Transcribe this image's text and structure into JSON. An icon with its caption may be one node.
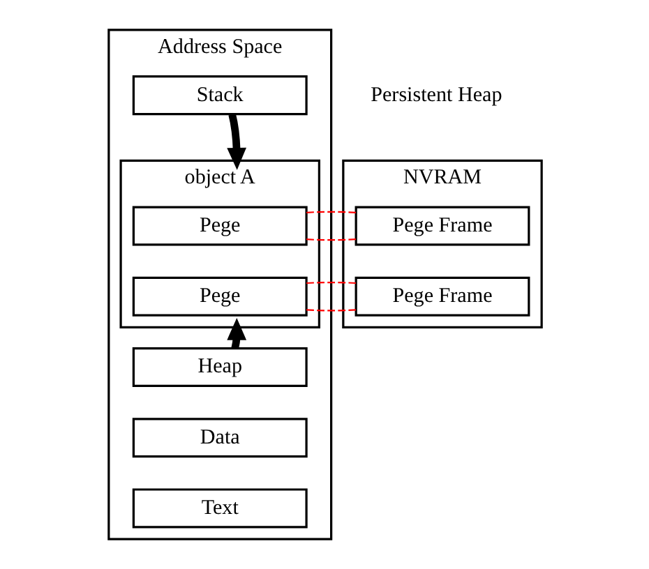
{
  "diagram": {
    "nodes": [
      {
        "text": [
          "Address Space"
        ]
      },
      {
        "text": [
          "Stack"
        ],
        "in": 0
      },
      {
        "text": [
          "object A"
        ],
        "in": 0
      },
      {
        "text": [
          "Pege"
        ],
        "in": 2
      },
      {
        "text": [
          "Pege"
        ],
        "in": 2
      },
      {
        "text": [
          "Heap"
        ],
        "in": 0
      },
      {
        "text": [
          "Data"
        ],
        "in": 0
      },
      {
        "text": [
          "Text"
        ],
        "in": 0
      },
      {
        "text": [
          "NVRAM"
        ]
      },
      {
        "text": [
          "Pege Frame"
        ],
        "in": 8
      },
      {
        "text": [
          "Pege Frame"
        ],
        "in": 8
      }
    ],
    "edges": [
      {
        "from": 1,
        "to": 2,
        "arrow": "to",
        "style": "thick",
        "color": "#000000"
      },
      {
        "from": 5,
        "to": 2,
        "arrow": "to",
        "style": "thick",
        "color": "#000000"
      },
      {
        "from": 3,
        "to": 9,
        "arrow": "none",
        "style": "dashed",
        "color": "#ff0000"
      },
      {
        "from": 3,
        "to": 9,
        "arrow": "none",
        "style": "dashed",
        "color": "#ff0000"
      },
      {
        "from": 4,
        "to": 10,
        "arrow": "none",
        "style": "dashed",
        "color": "#ff0000"
      },
      {
        "from": 4,
        "to": 10,
        "arrow": "none",
        "style": "dashed",
        "color": "#ff0000"
      }
    ],
    "labels": [
      "Persistent Heap"
    ]
  }
}
